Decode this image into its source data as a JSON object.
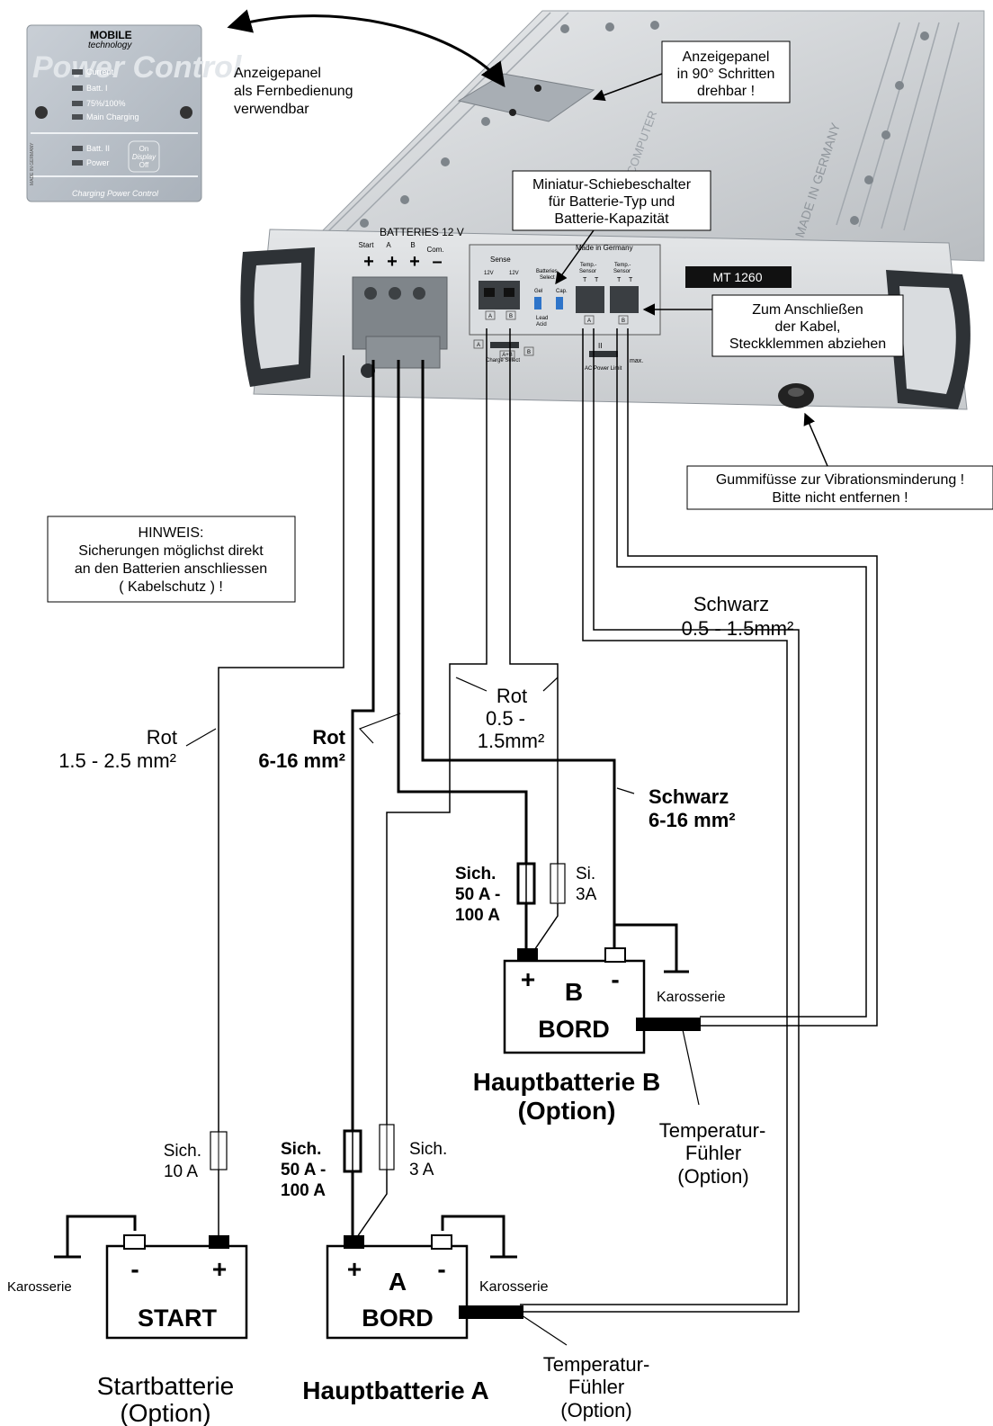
{
  "remote_panel": {
    "brand_line1": "MOBILE",
    "brand_line2": "technology",
    "product_name": "Power Control",
    "led_labels": [
      "Current",
      "Batt. I",
      "75%/100%",
      "Main Charging",
      "Batt. II",
      "Power"
    ],
    "display_switch": [
      "On",
      "Display",
      "Off"
    ],
    "footer": "Charging Power Control",
    "side_text": "MADE IN GERMANY"
  },
  "device": {
    "model": "MT 1260",
    "batteries_header": "BATTERIES 12 V",
    "terminal_labels": [
      "Start",
      "A",
      "B",
      "Com."
    ],
    "terminal_signs": [
      "+",
      "+",
      "+",
      "–"
    ],
    "made_in": "Made in Germany",
    "made_in_top": "MADE IN GERMANY",
    "top_brand": "COMPUTER",
    "sense_label": "Sense",
    "sense_voltages": [
      "12V",
      "12V"
    ],
    "batteries_select": [
      "Batteries",
      "Select"
    ],
    "select_options": [
      "Gel",
      "Cap.",
      "Lead",
      "Acid"
    ],
    "temp_sensor": [
      "Temp.-",
      "Sensor"
    ],
    "sensor_pins": [
      "T",
      "T"
    ],
    "port_letters": [
      "A",
      "B",
      "A",
      "B",
      "A+B"
    ],
    "charge_select": "Charge Select",
    "ac_power_limit": "AC Power Limit",
    "roman_two": "II",
    "max_label": "max."
  },
  "annotations": {
    "panel_remote": [
      "Anzeigepanel",
      "als Fernbedienung",
      "verwendbar"
    ],
    "panel_rotate": [
      "Anzeigepanel",
      "in 90° Schritten",
      "drehbar !"
    ],
    "switches": [
      "Miniatur-Schiebeschalter",
      "für Batterie-Typ und",
      "Batterie-Kapazität"
    ],
    "connect": [
      "Zum Anschließen",
      "der Kabel,",
      "Steckklemmen abziehen"
    ],
    "feet": [
      "Gummifüsse zur Vibrationsminderung !",
      "Bitte nicht entfernen !"
    ],
    "hinweis": [
      "HINWEIS:",
      "Sicherungen möglichst direkt",
      "an den Batterien anschliessen",
      "( Kabelschutz ) !"
    ]
  },
  "wires": {
    "schwarz_thin": [
      "Schwarz",
      "0.5 - 1.5mm²"
    ],
    "rot_sense": [
      "Rot",
      "0.5 -",
      "1.5mm²"
    ],
    "rot_start": [
      "Rot",
      "1.5 - 2.5 mm²"
    ],
    "rot_main": [
      "Rot",
      "6-16 mm²"
    ],
    "schwarz_main": [
      "Schwarz",
      "6-16 mm²"
    ]
  },
  "fuses": {
    "b_main": [
      "Sich.",
      "50 A -",
      "100 A"
    ],
    "b_small": [
      "Si.",
      "3A"
    ],
    "start": [
      "Sich.",
      "10 A"
    ],
    "a_main": [
      "Sich.",
      "50 A -",
      "100 A"
    ],
    "a_small": [
      "Sich.",
      "3 A"
    ]
  },
  "batteries": {
    "b": {
      "plus": "+",
      "minus": "-",
      "letter": "B",
      "label": "BORD",
      "caption": [
        "Hauptbatterie B",
        "(Option)"
      ]
    },
    "start": {
      "plus": "+",
      "minus": "-",
      "label": "START",
      "caption": [
        "Startbatterie",
        "(Option)"
      ]
    },
    "a": {
      "plus": "+",
      "minus": "-",
      "letter": "A",
      "label": "BORD",
      "caption": [
        "Hauptbatterie A"
      ]
    }
  },
  "ground_label": "Karosserie",
  "temp_sensor_caption": [
    "Temperatur-",
    "Fühler",
    "(Option)"
  ]
}
